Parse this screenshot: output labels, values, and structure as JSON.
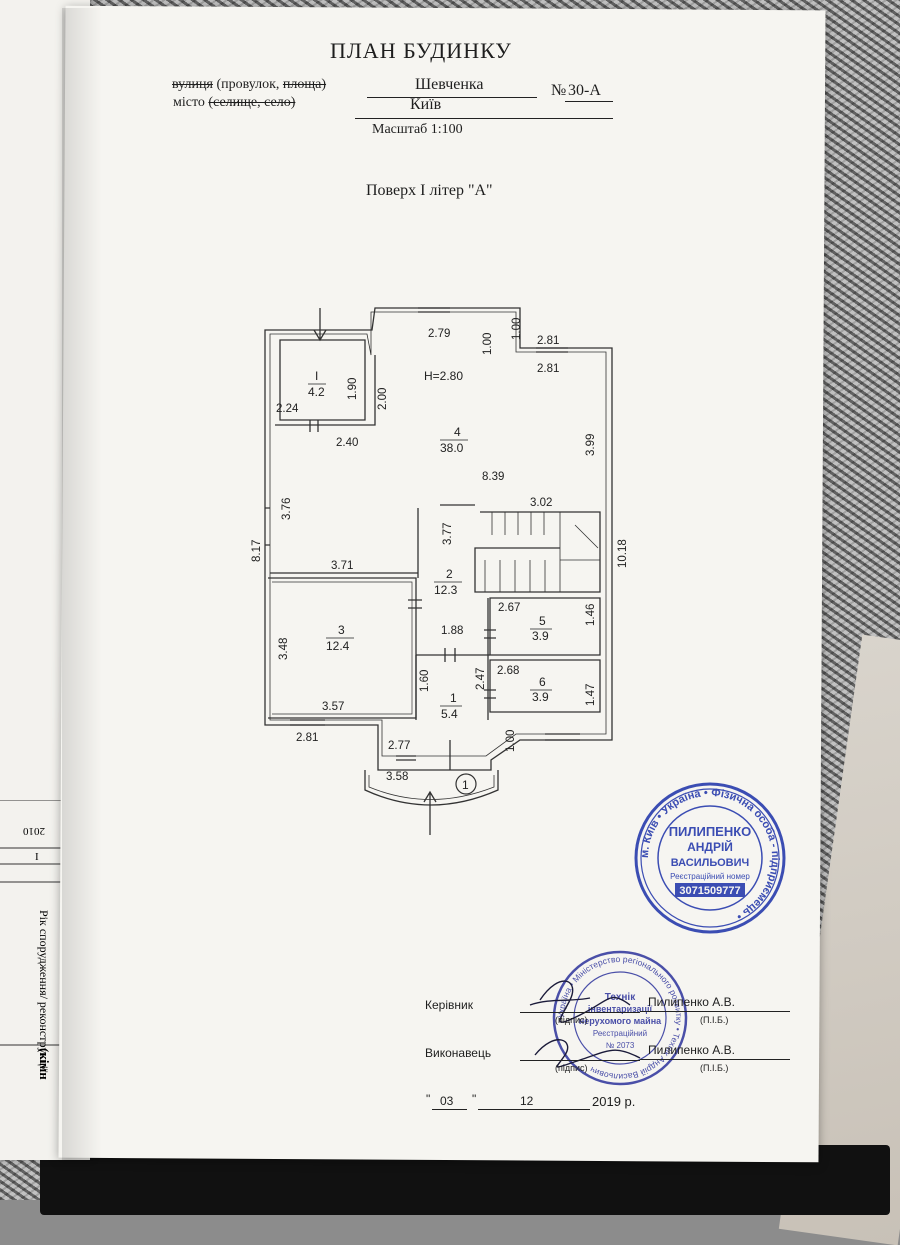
{
  "title": "ПЛАН БУДИНКУ",
  "address": {
    "street_label_struck": "вулиця",
    "street_label_mid": " (провулок, ",
    "street_label_struck2": "площа)",
    "street_value": "Шевченка",
    "number_label": "№",
    "number_value": "30-А",
    "city_label": "місто ",
    "city_label_struck": "(селище, село)",
    "city_value": "Київ"
  },
  "scale": "Масштаб 1:100",
  "floor_title": "Поверх І літер \"А\"",
  "plan": {
    "height_label": "H=2.80",
    "rooms": [
      {
        "num": "I",
        "area": "4.2"
      },
      {
        "num": "4",
        "area": "38.0"
      },
      {
        "num": "2",
        "area": "12.3"
      },
      {
        "num": "3",
        "area": "12.4"
      },
      {
        "num": "5",
        "area": "3.9"
      },
      {
        "num": "6",
        "area": "3.9"
      },
      {
        "num": "1",
        "area": "5.4"
      }
    ],
    "dims": {
      "d279": "2.79",
      "d100a": "1.00",
      "d100b": "1.00",
      "d281a": "2.81",
      "d281b": "2.81",
      "d190": "1.90",
      "d224": "2.24",
      "d200": "2.00",
      "d240": "2.40",
      "d399": "3.99",
      "d839": "8.39",
      "d302": "3.02",
      "d376": "3.76",
      "d817": "8.17",
      "d377": "3.77",
      "d371": "3.71",
      "d1018": "10.18",
      "d267": "2.67",
      "d146": "1.46",
      "d348": "3.48",
      "d188": "1.88",
      "d160": "1.60",
      "d247": "2.47",
      "d268": "2.68",
      "d147": "1.47",
      "d357": "3.57",
      "d281c": "2.81",
      "d277": "2.77",
      "d100c": "1.00",
      "d358": "3.58"
    },
    "entrance_mark": "1"
  },
  "stamp_round": {
    "center_lines": [
      "ПИЛИПЕНКО",
      "АНДРІЙ",
      "ВАСИЛЬОВИЧ",
      "Реєстраційний номер",
      "3071509777"
    ],
    "ring_text": "м. Київ • Україна • Фізична особа - підприємець •"
  },
  "stamp_blue": {
    "center_lines": [
      "Технік",
      "інвентаризації",
      "нерухомого майна",
      "Реєстраційний",
      "№ 2073"
    ],
    "ring_text": "Україна • Міністерство регіонального розвитку • Технік Андрій Васильович"
  },
  "signatures": {
    "head_label": "Керівник",
    "head_name": "Пилипенко А.В.",
    "head_sub_left": "(підпис)",
    "head_sub_right": "(П.І.Б.)",
    "exec_label": "Виконавець",
    "exec_name": "Пилипенко А.В.",
    "exec_sub_left": "(підпис)",
    "exec_sub_right": "(П.І.Б.)",
    "date_quote_open": "\"",
    "date_day": "03",
    "date_quote_close": "\"",
    "date_month": "12",
    "date_year": "2019 р."
  },
  "ledger": {
    "year": "2010",
    "num": "I",
    "col_title": "Рік спорудження/ реконструкції",
    "bottom": "(кімн"
  }
}
